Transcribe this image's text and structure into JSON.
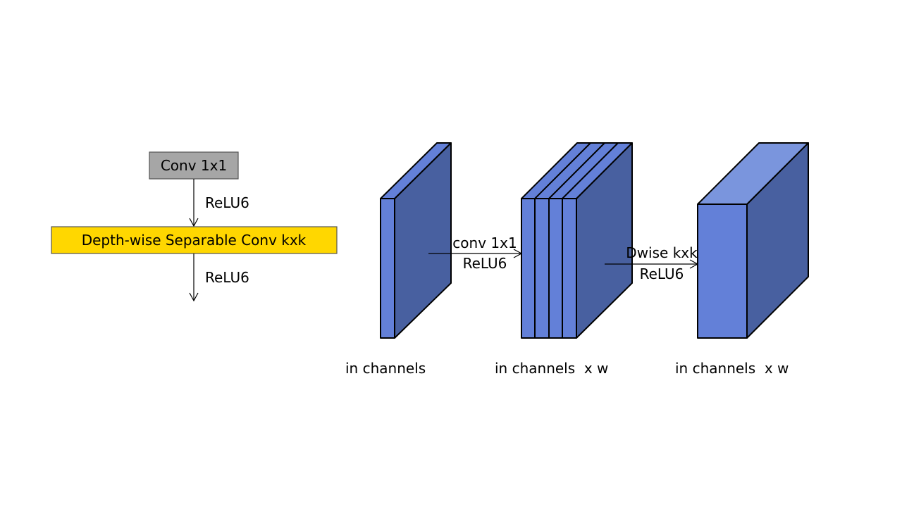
{
  "colors": {
    "conv_box_fill": "#a6a6a6",
    "dw_box_fill": "#ffd700",
    "tensor_front": "#6380d8",
    "tensor_side": "#4860a0",
    "tensor_top_light": "#7a95dd",
    "stroke": "#000000"
  },
  "flow": {
    "conv_box": "Conv 1x1",
    "relu_1": "ReLU6",
    "dw_box": "Depth-wise Separable Conv kxk",
    "relu_2": "ReLU6"
  },
  "tensors": {
    "input_label": "in channels",
    "expanded_label": "in channels  x w",
    "output_label": "in channels  x w"
  },
  "arrows": {
    "a1_line1": "conv 1x1",
    "a1_line2": "ReLU6",
    "a2_line1": "Dwise kxk",
    "a2_line2": "ReLU6"
  }
}
